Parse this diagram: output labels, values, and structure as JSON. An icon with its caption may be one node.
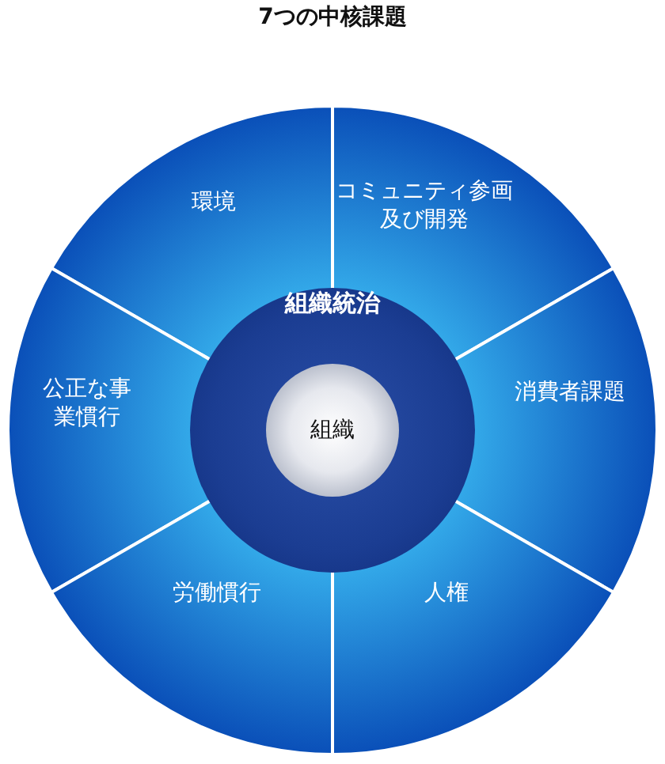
{
  "diagram": {
    "title": "7つの中核課題",
    "nodes": [
      {
        "text": [
          "環境"
        ]
      },
      {
        "text": [
          "コミュニティ参画及び開発"
        ]
      },
      {
        "text": [
          "公正な事業慣行"
        ]
      },
      {
        "text": [
          "消費者課題"
        ]
      },
      {
        "text": [
          "労働慣行"
        ]
      },
      {
        "text": [
          "人権"
        ]
      },
      {
        "text": [
          "組織統治"
        ]
      },
      {
        "text": [
          "組織"
        ],
        "in": 6
      }
    ]
  }
}
